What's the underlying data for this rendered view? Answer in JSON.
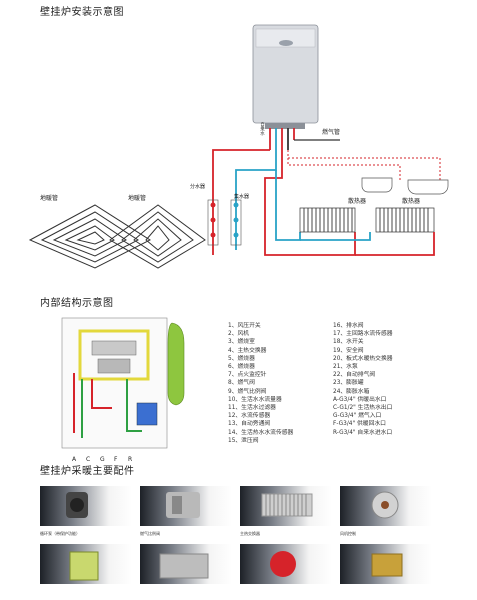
{
  "titles": {
    "install": "壁挂炉安装示意图",
    "internal": "内部结构示意图",
    "parts": "壁挂炉采暖主要配件"
  },
  "install_labels": {
    "floor_left": "地暖管",
    "floor_right": "地暖管",
    "gas_pipe": "燃气管",
    "radiator_left": "散热器",
    "radiator_right": "散热器",
    "valve_a": "分水器",
    "valve_b": "集水器",
    "boiler_tag": "自来水"
  },
  "legend_left": [
    "1、风压开关",
    "2、风机",
    "3、燃烧室",
    "4、主热交换器",
    "5、燃烧器",
    "6、燃烧器",
    "7、点火监控针",
    "8、燃气阀",
    "9、燃气比例阀",
    "10、生活水水流量器",
    "11、生活水过滤器",
    "12、水流传感器",
    "13、自动旁通阀",
    "14、生活热水水流传感器",
    "15、泄压阀"
  ],
  "legend_right": [
    "16、排水阀",
    "17、主回路水流传感器",
    "18、水开关",
    "19、安全阀",
    "20、板式水暖热交换器",
    "21、水泵",
    "22、自动排气阀",
    "23、膨胀罐",
    "24、膨胀水箱",
    "A-G3/4\" 供暖出水口",
    "C-G1/2\" 生活热水出口",
    "G-G3/4\" 燃气入口",
    "F-G3/4\" 供暖回水口",
    "R-G3/4\" 自来水进水口"
  ],
  "diagram_ports": [
    "A",
    "C",
    "G",
    "F",
    "R"
  ],
  "parts": [
    {
      "caption": "循环泵（带保护功能）"
    },
    {
      "caption": "燃气比例阀"
    },
    {
      "caption": "主热交换器"
    },
    {
      "caption": "风机控制"
    },
    {
      "caption": ""
    },
    {
      "caption": ""
    },
    {
      "caption": ""
    },
    {
      "caption": ""
    }
  ],
  "colors": {
    "hot": "#d6232a",
    "cold": "#29a3c7",
    "gas": "#d94a2a",
    "pipe": "#333333"
  }
}
